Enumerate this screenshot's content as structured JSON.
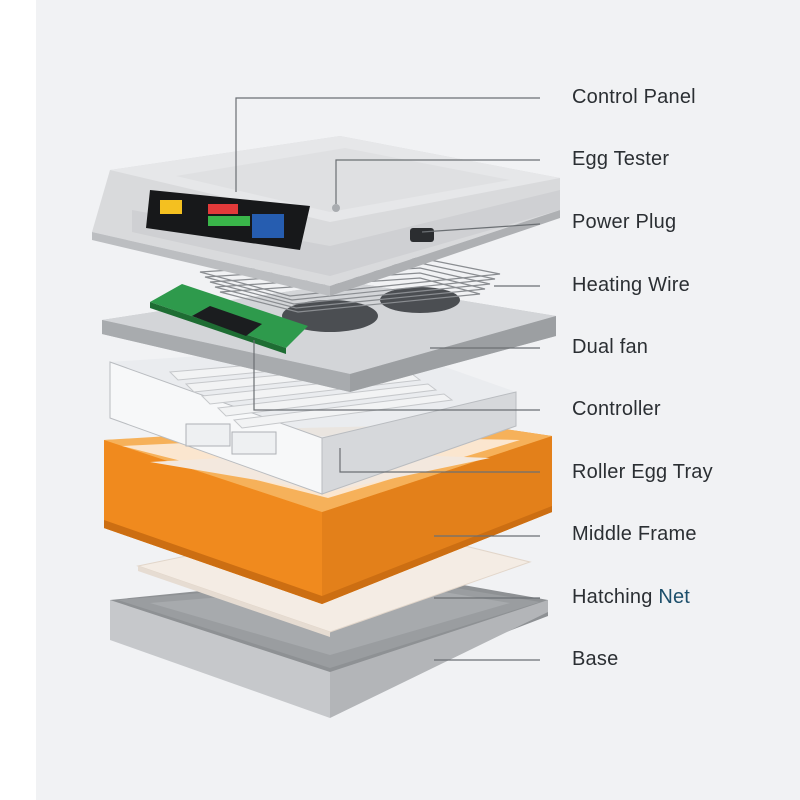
{
  "labels": [
    {
      "id": "control-panel",
      "text": "Control Panel"
    },
    {
      "id": "egg-tester",
      "text": "Egg Tester"
    },
    {
      "id": "power-plug",
      "text": "Power Plug"
    },
    {
      "id": "heating-wire",
      "text": "Heating Wire"
    },
    {
      "id": "dual-fan",
      "text": "Dual fan"
    },
    {
      "id": "controller",
      "text": "Controller"
    },
    {
      "id": "roller-egg-tray",
      "text": "Roller Egg Tray"
    },
    {
      "id": "middle-frame",
      "text": "Middle Frame"
    },
    {
      "id": "hatching-net",
      "text": "Hatching",
      "text_accent": "Net"
    },
    {
      "id": "base",
      "text": "Base"
    }
  ],
  "colors": {
    "background": "#f1f2f4",
    "lid": "#d9dadc",
    "frame_orange": "#f08a1e",
    "pcb_green": "#2e9a4c",
    "leader_line": "#6b6f73",
    "label_text": "#2b2f33"
  }
}
